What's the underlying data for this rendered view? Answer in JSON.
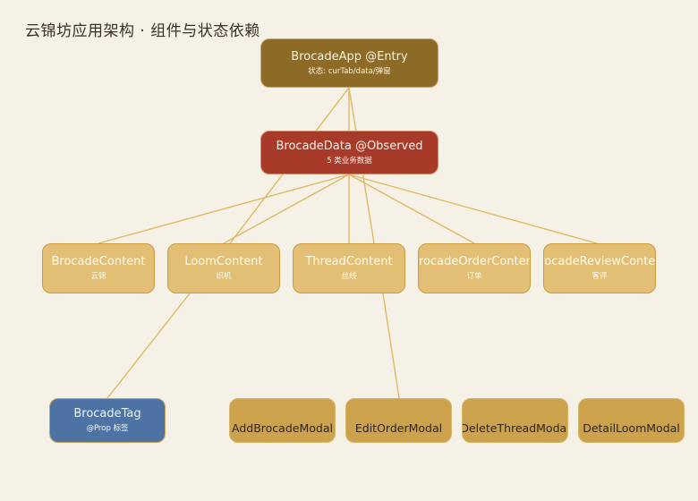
{
  "title": "云锦坊应用架构 · 组件与状态依赖",
  "colors": {
    "background": "#f6f1e6",
    "entry": "#8e6a27",
    "observed": "#a83a2a",
    "content": "#e2bf74",
    "prop": "#4d73a5",
    "modal": "#cca24c",
    "edge": "#e0b964"
  },
  "nodes": {
    "root": {
      "label": "BrocadeApp @Entry",
      "sub": "状态: curTab/data/弹窗"
    },
    "data": {
      "label": "BrocadeData @Observed",
      "sub": "5 类业务数据"
    },
    "contents": [
      {
        "label": "BrocadeContent",
        "sub": "云锦"
      },
      {
        "label": "LoomContent",
        "sub": "织机"
      },
      {
        "label": "ThreadContent",
        "sub": "丝线"
      },
      {
        "label": "BrocadeOrderContent",
        "sub": "订单"
      },
      {
        "label": "BrocadeReviewContent",
        "sub": "客评"
      }
    ],
    "tag": {
      "label": "BrocadeTag",
      "sub": "@Prop 标签"
    },
    "modals": [
      {
        "label": "AddBrocadeModal"
      },
      {
        "label": "EditOrderModal"
      },
      {
        "label": "DeleteThreadModal"
      },
      {
        "label": "DetailLoomModal"
      }
    ]
  }
}
